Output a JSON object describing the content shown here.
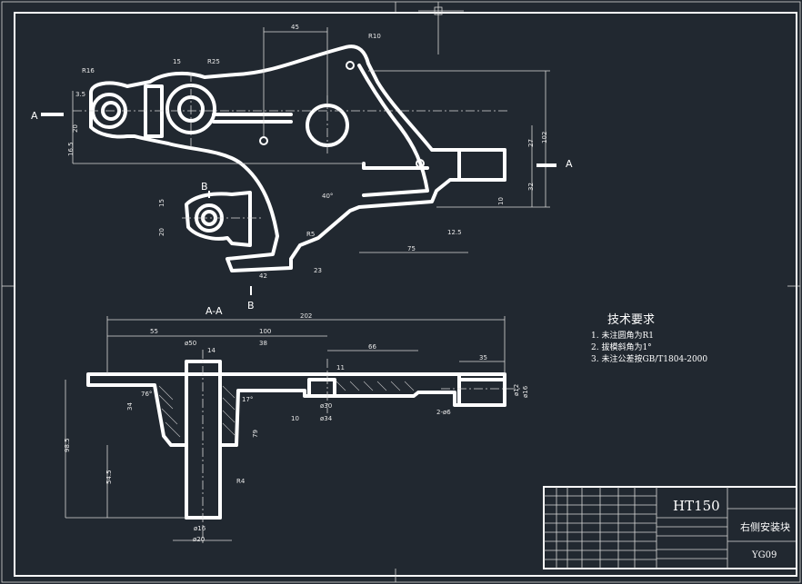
{
  "title_block": {
    "material": "HT150",
    "part_name": "右侧安装块",
    "drawing_no": "YG09"
  },
  "tech_requirements": {
    "heading": "技术要求",
    "items": [
      "1. 未注圆角为R1",
      "2. 拔模斜角为1°",
      "3. 未注公差按GB/T1804-2000"
    ]
  },
  "section_labels": {
    "a_left": "A",
    "a_right": "A",
    "b_top": "B",
    "b_bottom": "B",
    "aa": "A-A"
  },
  "top_view_dims": {
    "d45": "45",
    "r10": "R10",
    "r16": "R16",
    "d15": "15",
    "r25": "R25",
    "d35": "3.5",
    "d20": "20",
    "d165": "16.5",
    "d27": "27",
    "d102": "102",
    "d32": "32",
    "d10": "10",
    "d40deg": "40°",
    "d125": "12.5",
    "d75": "75",
    "r5": "R5",
    "d42": "42",
    "d23": "23",
    "d20b": "20",
    "d15b": "15"
  },
  "section_dims": {
    "d202": "202",
    "d55": "55",
    "d100": "100",
    "d50": "ø50",
    "d14": "14",
    "d38": "38",
    "d66": "66",
    "d35": "35",
    "d11": "11",
    "d12": "ø12",
    "d16": "ø16",
    "d30": "ø30",
    "d34": "ø34",
    "d10": "10",
    "d2x6": "2-ø6",
    "d98": "98.5",
    "d545": "54.5",
    "d34v": "34",
    "d79": "79",
    "r4": "R4",
    "d16b": "ø16",
    "d20": "ø20",
    "deg76": "76°",
    "deg17": "17°"
  }
}
